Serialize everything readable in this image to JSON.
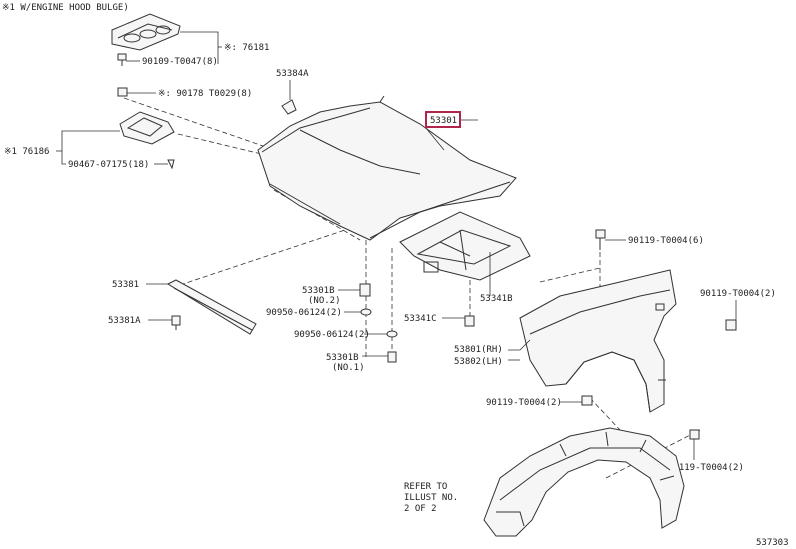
{
  "header_note": "※1 W/ENGINE HOOD BULGE)",
  "footer_code": "537303",
  "refer_note": [
    "REFER TO",
    "ILLUST NO.",
    "2 OF 2"
  ],
  "highlight_color": "#b0264a",
  "labels": {
    "p76181": "※: 76181",
    "p90109_t0047": "90109-T0047(8)",
    "p90178_t0029": "※: 90178 T0029(8)",
    "p76186": "※1 76186",
    "p90467_07175": "90467-07175(18)",
    "p53384a": "53384A",
    "p53301": "53301",
    "p53381": "53381",
    "p53381a": "53381A",
    "p53301b_top": "53301B",
    "p53301b_top_note": "(NO.2)",
    "p90950_06124_a": "90950-06124(2)",
    "p90950_06124_b": "90950-06124(2)",
    "p53301b_bottom": "53301B",
    "p53301b_bottom_note": "(NO.1)",
    "p53341c": "53341C",
    "p53341b": "53341B",
    "p90119_t0004_6": "90119-T0004(6)",
    "p90119_t0004_2_right": "90119-T0004(2)",
    "p53801_rh": "53801(RH)",
    "p53802_lh": "53802(LH)",
    "p90119_t0004_2_left": "90119-T0004(2)",
    "p90119_t0004_2_bottom": "90119-T0004(2)"
  }
}
